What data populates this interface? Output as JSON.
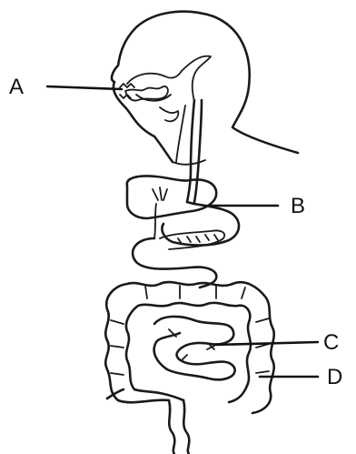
{
  "labels": {
    "a": "A",
    "b": "B",
    "c": "C",
    "d": "D"
  },
  "colors": {
    "ink": "#1a1a1a",
    "background": "#ffffff"
  }
}
